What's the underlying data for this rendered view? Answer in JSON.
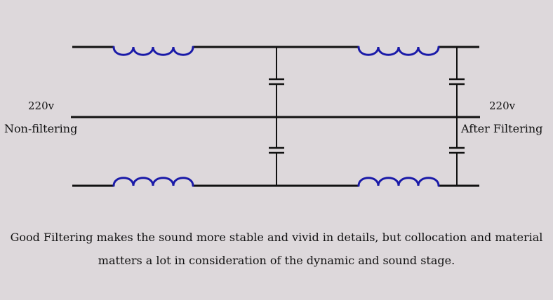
{
  "left_side": {
    "voltage": "220v",
    "label": "Non-filtering"
  },
  "right_side": {
    "voltage": "220v",
    "label": "After Filtering"
  },
  "caption": {
    "line1": "Good Filtering makes the sound more stable and vivid in details, but collocation and material",
    "line2": "matters a lot in consideration of the dynamic and sound stage."
  },
  "colors": {
    "background": "#ddd8db",
    "wire": "#111111",
    "inductor": "#1a1aa8"
  }
}
